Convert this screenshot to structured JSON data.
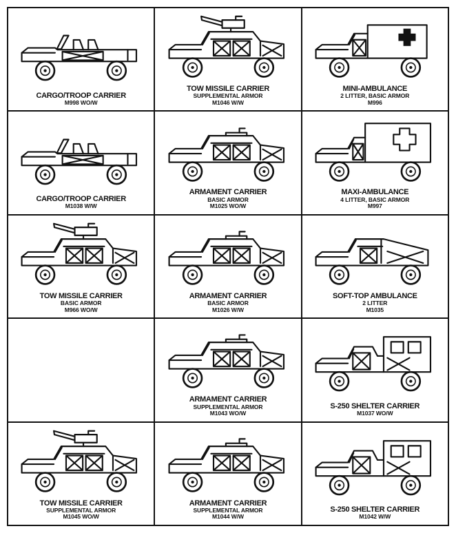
{
  "figure": {
    "description": "HMMWV family vehicle variant identification chart, 3 columns by 5 rows of labeled line drawings",
    "colors": {
      "ink": "#111111",
      "paper": "#ffffff"
    },
    "cells": [
      {
        "name": "CARGO/TROOP CARRIER",
        "sub": "",
        "model": "M998 WO/W",
        "icon": "cargo-troop-carrier-icon"
      },
      {
        "name": "TOW MISSILE CARRIER",
        "sub": "SUPPLEMENTAL ARMOR",
        "model": "M1046 W/W",
        "icon": "tow-missile-carrier-icon"
      },
      {
        "name": "MINI-AMBULANCE",
        "sub": "2 LITTER, BASIC ARMOR",
        "model": "M996",
        "icon": "mini-ambulance-icon"
      },
      {
        "name": "CARGO/TROOP CARRIER",
        "sub": "",
        "model": "M1038 W/W",
        "icon": "cargo-troop-carrier-icon"
      },
      {
        "name": "ARMAMENT CARRIER",
        "sub": "BASIC ARMOR",
        "model": "M1025 WO/W",
        "icon": "armament-carrier-icon"
      },
      {
        "name": "MAXI-AMBULANCE",
        "sub": "4 LITTER, BASIC ARMOR",
        "model": "M997",
        "icon": "maxi-ambulance-icon"
      },
      {
        "name": "TOW MISSILE CARRIER",
        "sub": "BASIC ARMOR",
        "model": "M966 WO/W",
        "icon": "tow-missile-carrier-icon"
      },
      {
        "name": "ARMAMENT CARRIER",
        "sub": "BASIC ARMOR",
        "model": "M1026 W/W",
        "icon": "armament-carrier-icon"
      },
      {
        "name": "SOFT-TOP AMBULANCE",
        "sub": "2 LITTER",
        "model": "M1035",
        "icon": "soft-top-ambulance-icon"
      },
      {
        "name": "",
        "sub": "",
        "model": "",
        "icon": "empty"
      },
      {
        "name": "ARMAMENT CARRIER",
        "sub": "SUPPLEMENTAL ARMOR",
        "model": "M1043 WO/W",
        "icon": "armament-carrier-icon"
      },
      {
        "name": "S-250 SHELTER CARRIER",
        "sub": "",
        "model": "M1037 WO/W",
        "icon": "s250-shelter-carrier-icon"
      },
      {
        "name": "TOW MISSILE CARRIER",
        "sub": "SUPPLEMENTAL ARMOR",
        "model": "M1045 WO/W",
        "icon": "tow-missile-carrier-icon"
      },
      {
        "name": "ARMAMENT CARRIER",
        "sub": "SUPPLEMENTAL ARMOR",
        "model": "M1044 W/W",
        "icon": "armament-carrier-icon"
      },
      {
        "name": "S-250 SHELTER CARRIER",
        "sub": "",
        "model": "M1042 W/W",
        "icon": "s250-shelter-carrier-icon"
      }
    ]
  }
}
